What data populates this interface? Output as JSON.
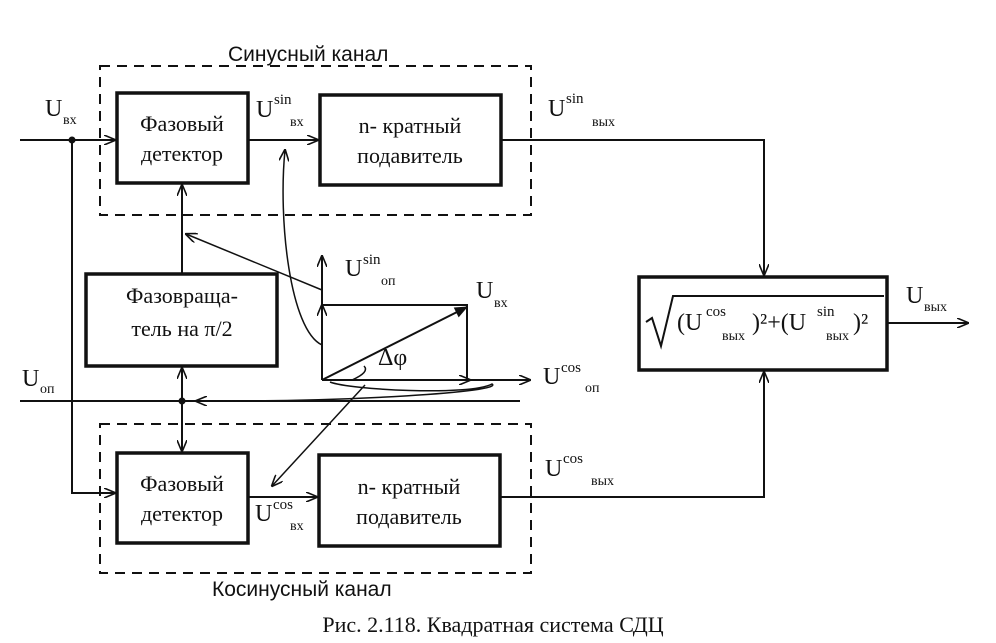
{
  "channels": {
    "sin_title": "Синусный канал",
    "cos_title": "Косинусный канал"
  },
  "blocks": {
    "phase_detector_sin": [
      "Фазовый",
      "детектор"
    ],
    "suppressor_sin": [
      "n- кратный",
      "подавитель"
    ],
    "phase_shifter": [
      "Фазовраща-",
      "тель на π/2"
    ],
    "phase_detector_cos": [
      "Фазовый",
      "детектор"
    ],
    "suppressor_cos": [
      "n- кратный",
      "подавитель"
    ],
    "output_formula": {
      "sqrt": "√",
      "left_paren": "(U",
      "cos_sup": "cos",
      "out_sub": "вых",
      "mid": ")²+(U",
      "sin_sup": "sin",
      "right_paren": ")²"
    }
  },
  "signals": {
    "u_in": {
      "base": "U",
      "sub": "вх"
    },
    "u_ref": {
      "base": "U",
      "sub": "оп"
    },
    "u_sin_in": {
      "base": "U",
      "sup": "sin",
      "sub": "вх"
    },
    "u_cos_in": {
      "base": "U",
      "sup": "cos",
      "sub": "вх"
    },
    "u_sin_out": {
      "base": "U",
      "sup": "sin",
      "sub": "вых"
    },
    "u_cos_out": {
      "base": "U",
      "sup": "cos",
      "sub": "вых"
    },
    "u_out": {
      "base": "U",
      "sub": "вых"
    }
  },
  "vector_diagram": {
    "u_sin_ref": {
      "base": "U",
      "sup": "sin",
      "sub": "оп"
    },
    "u_cos_ref": {
      "base": "U",
      "sup": "cos",
      "sub": "оп"
    },
    "u_in": {
      "base": "U",
      "sub": "вх"
    },
    "angle": "Δφ"
  },
  "caption": "Рис. 2.118. Квадратная система СДЦ"
}
